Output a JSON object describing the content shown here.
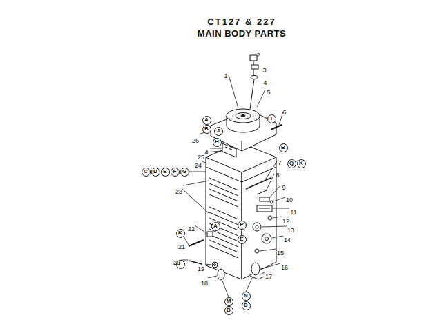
{
  "diagram": {
    "title": "CT127 & 227 MAIN BODY PARTS",
    "nodes": [
      {
        "text": [
          "A"
        ]
      },
      {
        "text": [
          "B"
        ]
      },
      {
        "text": [
          "T"
        ]
      },
      {
        "text": [
          "J"
        ]
      },
      {
        "text": [
          "B"
        ]
      },
      {
        "text": [
          "H"
        ]
      },
      {
        "text": [
          "Q"
        ]
      },
      {
        "text": [
          "K"
        ]
      },
      {
        "text": [
          "C"
        ]
      },
      {
        "text": [
          "D"
        ]
      },
      {
        "text": [
          "E"
        ]
      },
      {
        "text": [
          "F"
        ]
      },
      {
        "text": [
          "G"
        ]
      },
      {
        "text": [
          "P"
        ]
      },
      {
        "text": [
          "A"
        ]
      },
      {
        "text": [
          "K"
        ]
      },
      {
        "text": [
          "E"
        ]
      },
      {
        "text": [
          "L"
        ]
      },
      {
        "text": [
          "N"
        ]
      },
      {
        "text": [
          "M"
        ]
      },
      {
        "text": [
          "D"
        ]
      },
      {
        "text": [
          "B"
        ]
      }
    ],
    "labels": [
      "1",
      "2",
      "3",
      "4",
      "5",
      "6",
      "7",
      "8",
      "9",
      "10",
      "11",
      "12",
      "13",
      "14",
      "15",
      "16",
      "17",
      "18",
      "19",
      "20",
      "21",
      "22",
      "23",
      "24",
      "25",
      "26",
      "4"
    ]
  }
}
